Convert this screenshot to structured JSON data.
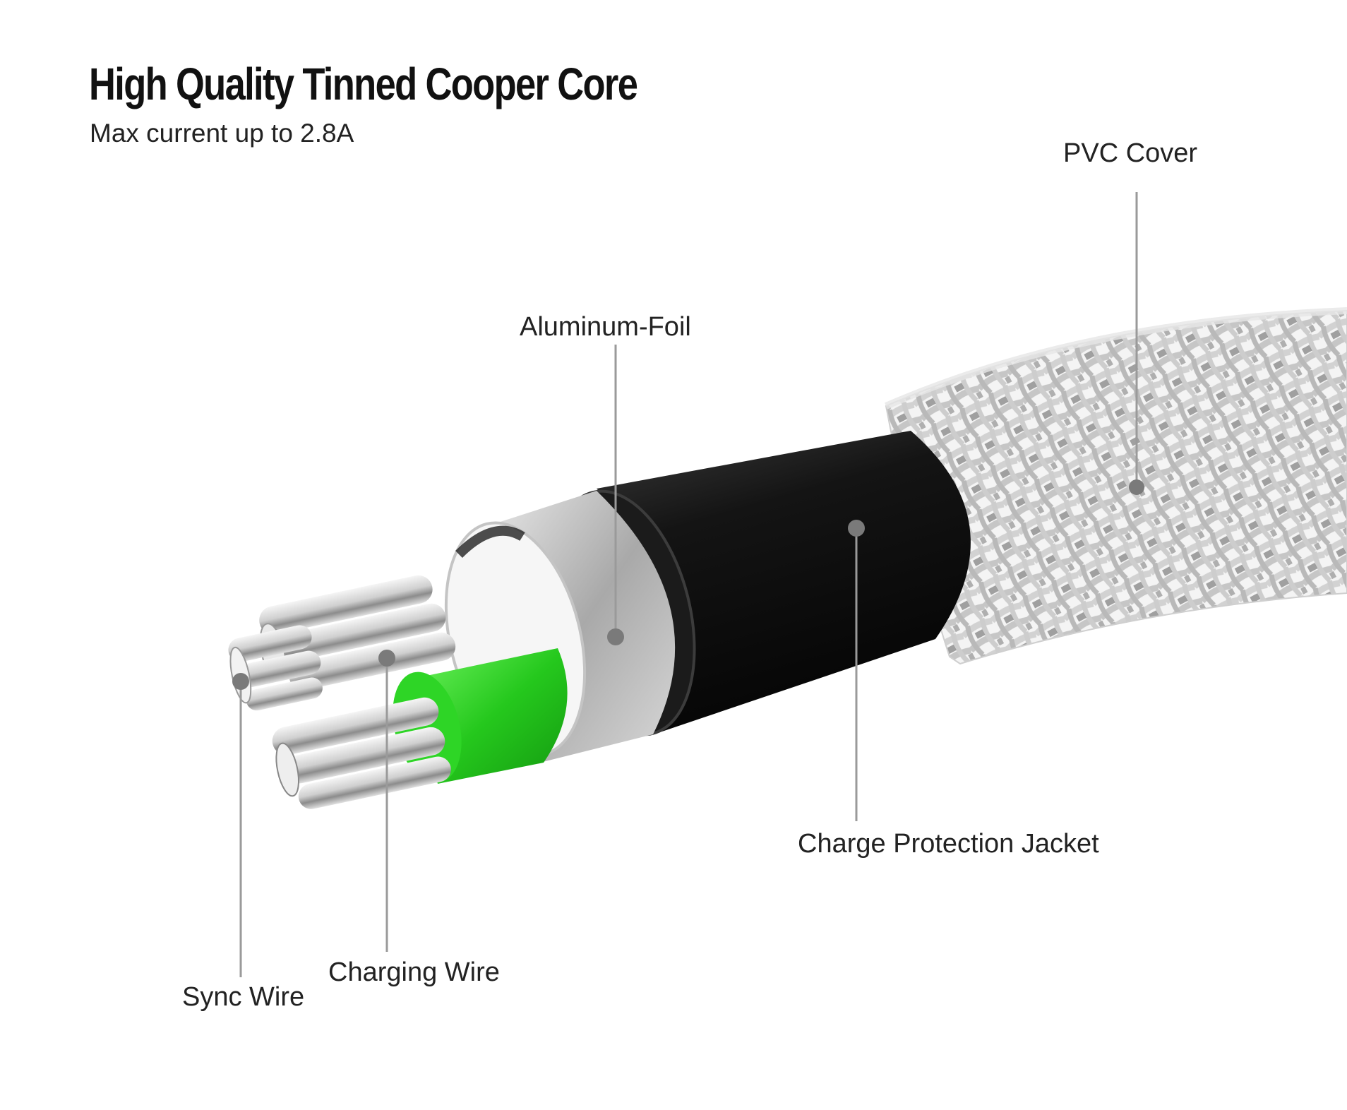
{
  "title": "High Quality Tinned Cooper Core",
  "subtitle": "Max current up to 2.8A",
  "labels": {
    "pvc_cover": "PVC Cover",
    "aluminum_foil": "Aluminum-Foil",
    "charge_protection_jacket": "Charge Protection Jacket",
    "charging_wire": "Charging Wire",
    "sync_wire": "Sync Wire"
  },
  "colors": {
    "jacket": "#111111",
    "foil": "#b8b8b8",
    "charging_wire_insulation": "#2fd42a",
    "leader_line": "#9a9a9a",
    "leader_dot": "#7a7a7a"
  }
}
